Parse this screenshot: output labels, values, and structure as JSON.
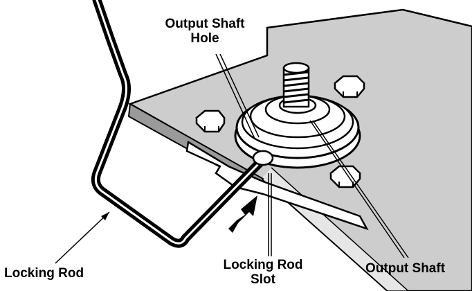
{
  "labels": {
    "output_shaft_hole": {
      "line1": "Output Shaft",
      "line2": "Hole"
    },
    "locking_rod": "Locking Rod",
    "locking_rod_slot": {
      "line1": "Locking Rod",
      "line2": "Slot"
    },
    "output_shaft": "Output Shaft"
  },
  "colors": {
    "plate": "#cdcdcd",
    "ink": "#000000",
    "highlight": "#ffffff"
  }
}
